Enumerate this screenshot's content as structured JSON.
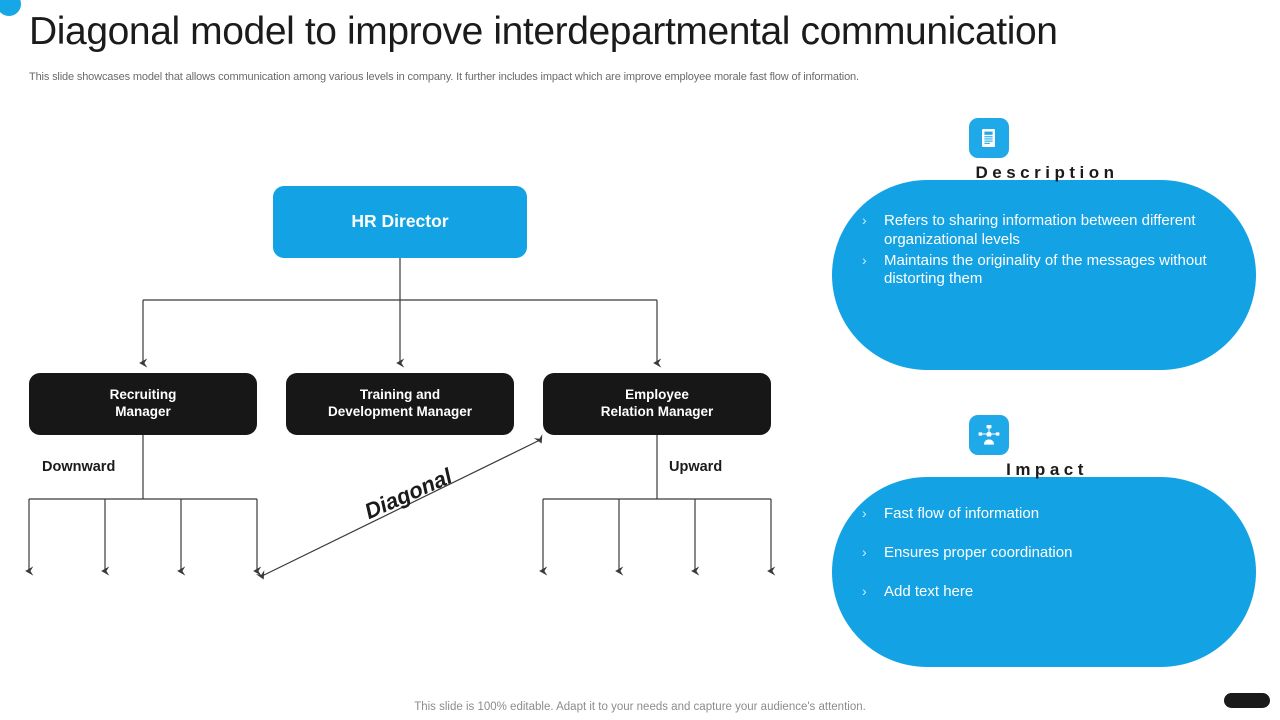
{
  "slide": {
    "title": "Diagonal model to improve interdepartmental communication",
    "subtitle": "This slide showcases model that allows communication among various levels in company. It further includes impact which are improve employee morale fast flow of information.",
    "footer": "This slide is 100% editable. Adapt it to your needs and capture your audience's attention.",
    "accent_color": "#13A3E4",
    "dark_color": "#171717"
  },
  "org_chart": {
    "root": {
      "label": "HR Director"
    },
    "managers": [
      {
        "label": "Recruiting\nManager",
        "line1": "Recruiting",
        "line2": "Manager"
      },
      {
        "label": "Training and\nDevelopment Manager",
        "line1": "Training and",
        "line2": "Development Manager"
      },
      {
        "label": "Employee\nRelation Manager",
        "line1": "Employee",
        "line2": "Relation Manager"
      }
    ],
    "flow_labels": {
      "downward": "Downward",
      "upward": "Upward",
      "diagonal": "Diagonal"
    }
  },
  "panels": [
    {
      "id": "description",
      "heading": "Description",
      "icon": "document-icon",
      "bullet_marker": "›",
      "bullets": [
        "Refers to sharing information between different organizational levels",
        "Maintains the originality of the messages without distorting them"
      ]
    },
    {
      "id": "impact",
      "heading": "Impact",
      "icon": "network-people-icon",
      "bullet_marker": "›",
      "bullets": [
        "Fast flow of information",
        "Ensures proper coordination",
        "Add text here"
      ]
    }
  ]
}
